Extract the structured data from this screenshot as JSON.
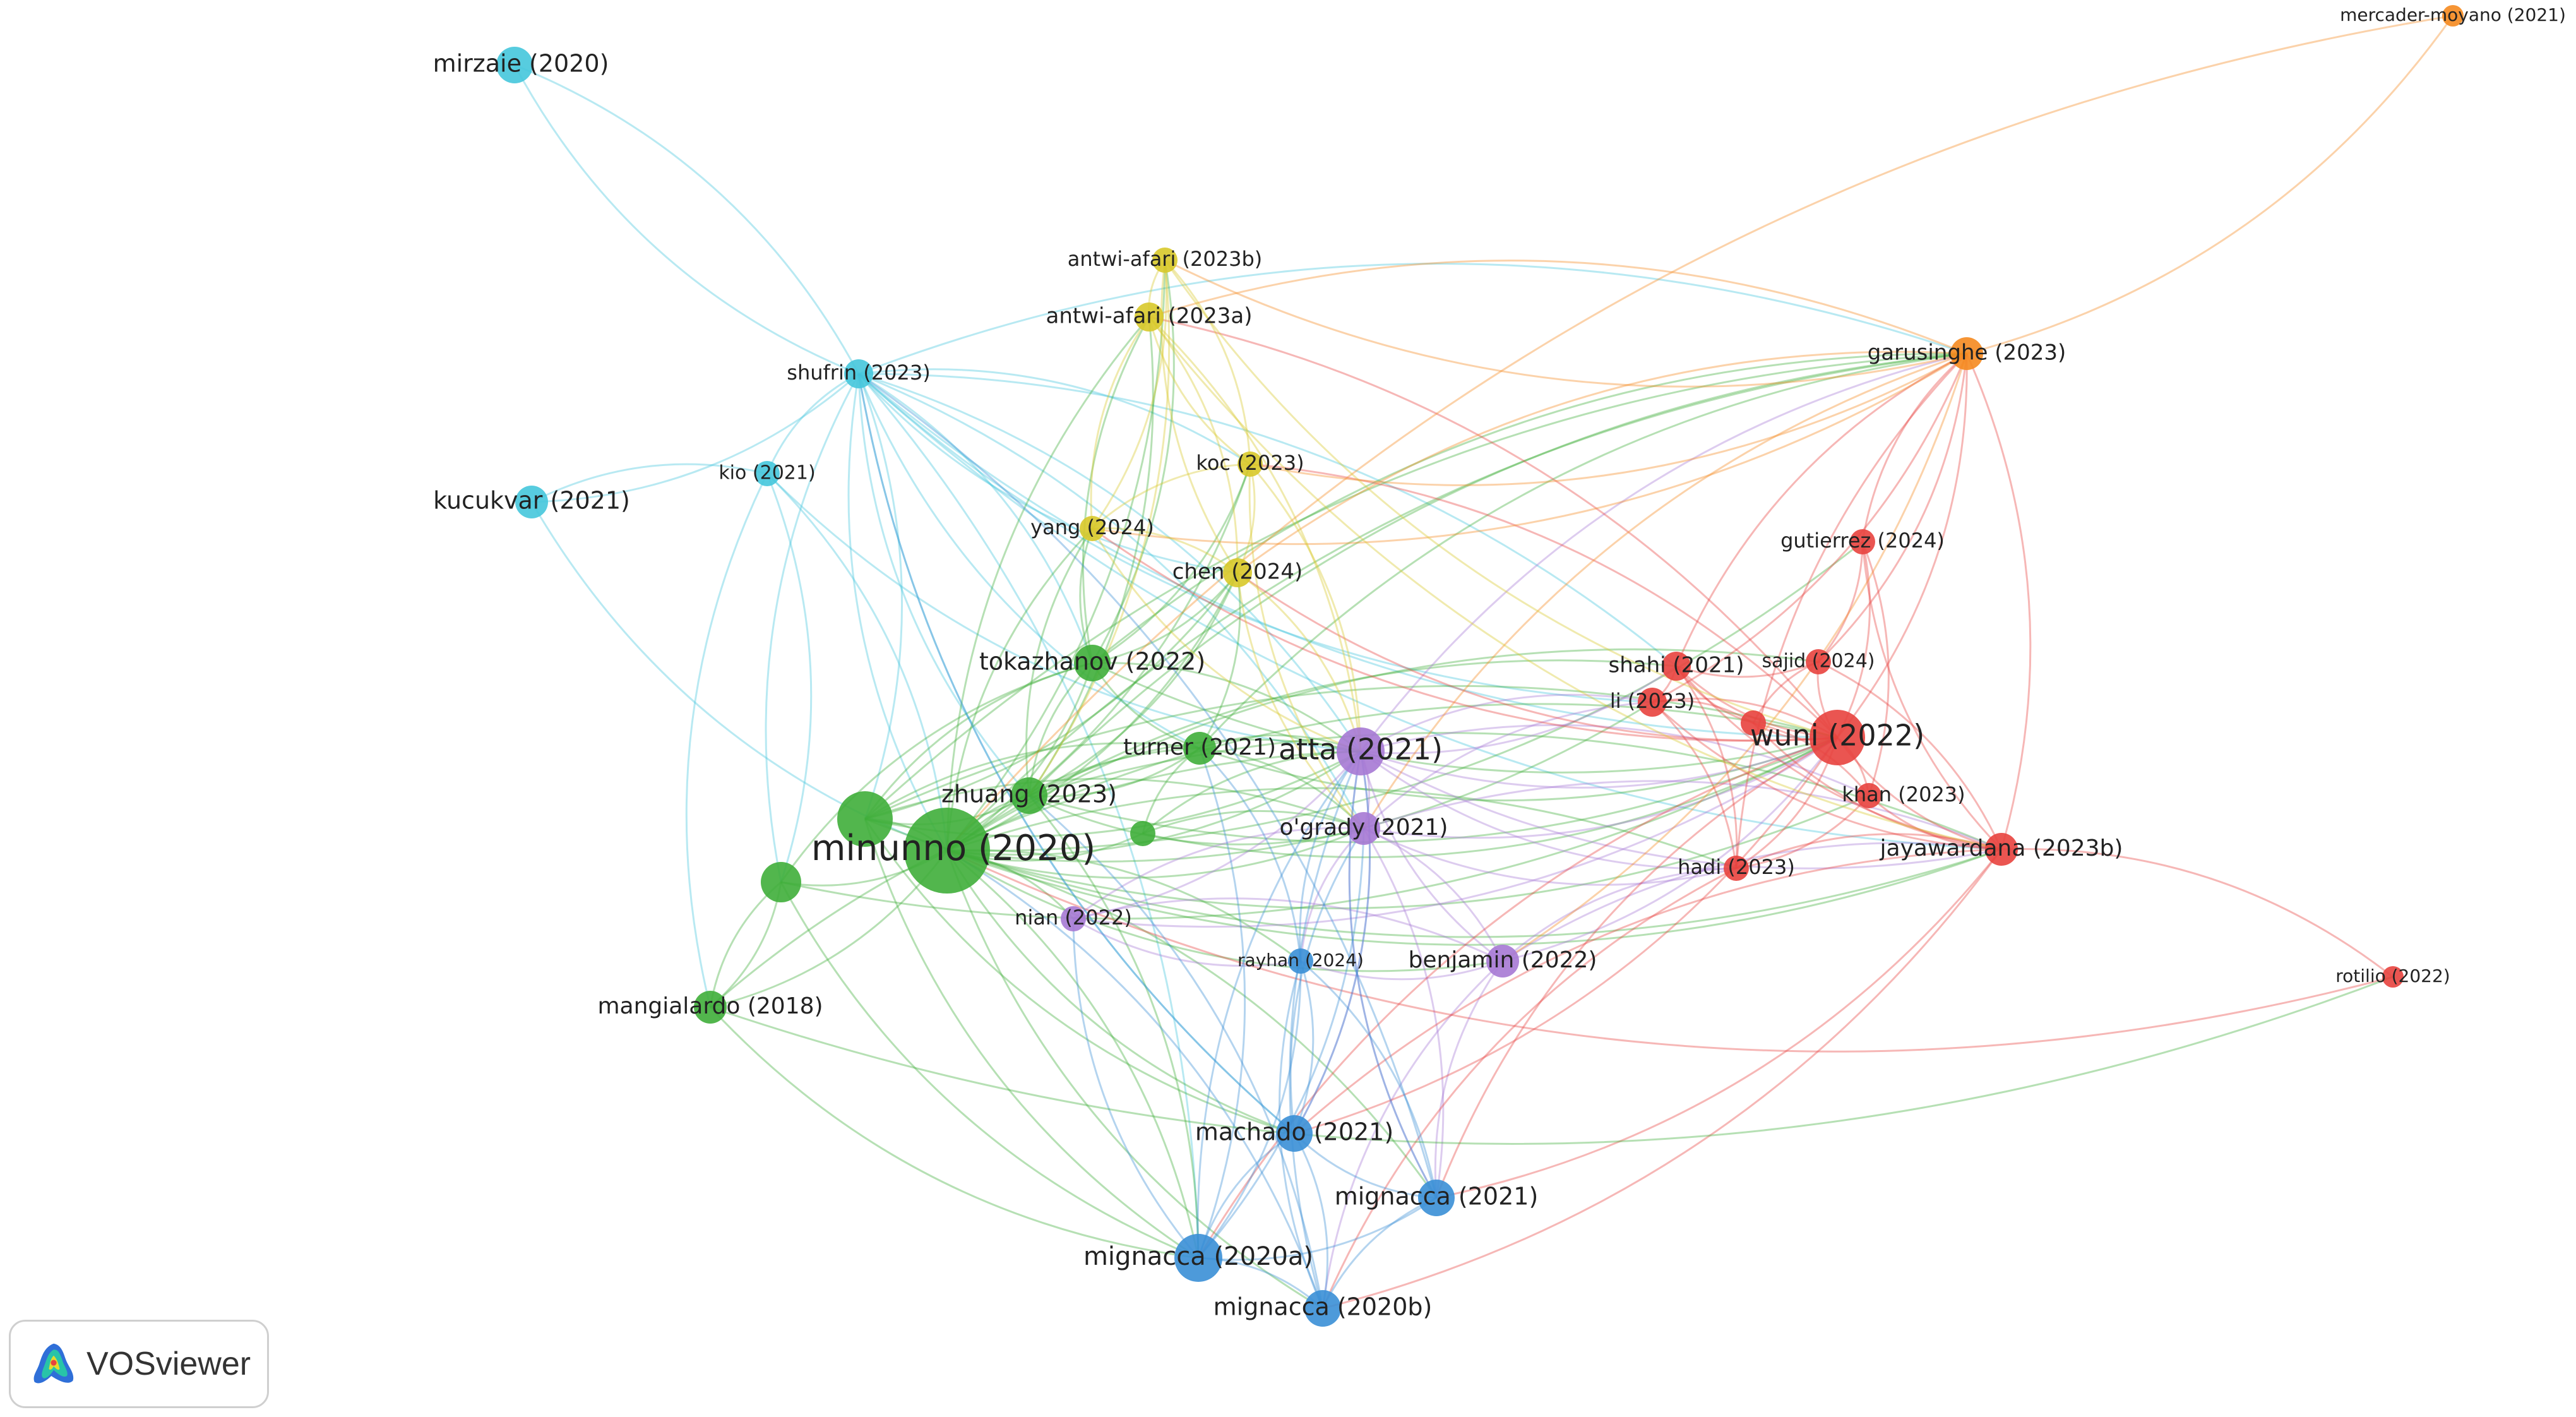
{
  "logo": {
    "text": "VOSviewer"
  },
  "clusters": {
    "red": "#e8423e",
    "green": "#3fae3a",
    "blue": "#3a8fd6",
    "yellow": "#d8c92a",
    "purple": "#a679d4",
    "cyan": "#45c6dc",
    "orange": "#f58a1f"
  },
  "nodes": [
    {
      "id": "minunno2020",
      "label": "minunno (2020)",
      "cluster": "green",
      "weight": 10
    },
    {
      "id": "g_big",
      "label": "",
      "cluster": "green",
      "weight": 6
    },
    {
      "id": "g_mid",
      "label": "",
      "cluster": "green",
      "weight": 4
    },
    {
      "id": "g_small",
      "label": "",
      "cluster": "green",
      "weight": 2
    },
    {
      "id": "zhuang2023",
      "label": "zhuang (2023)",
      "cluster": "green",
      "weight": 3.5
    },
    {
      "id": "tokazhanov2022",
      "label": "tokazhanov (2022)",
      "cluster": "green",
      "weight": 3.5
    },
    {
      "id": "turner2021",
      "label": "turner (2021)",
      "cluster": "green",
      "weight": 3
    },
    {
      "id": "mangialardo2018",
      "label": "mangialardo (2018)",
      "cluster": "green",
      "weight": 3
    },
    {
      "id": "wuni2022",
      "label": "wuni (2022)",
      "cluster": "red",
      "weight": 6
    },
    {
      "id": "shahi2021",
      "label": "shahi (2021)",
      "cluster": "red",
      "weight": 2.5
    },
    {
      "id": "li2023",
      "label": "li (2023)",
      "cluster": "red",
      "weight": 2.5
    },
    {
      "id": "sajid2024",
      "label": "sajid (2024)",
      "cluster": "red",
      "weight": 2
    },
    {
      "id": "gutierrez2024",
      "label": "gutierrez (2024)",
      "cluster": "red",
      "weight": 2
    },
    {
      "id": "khan2023",
      "label": "khan (2023)",
      "cluster": "red",
      "weight": 2
    },
    {
      "id": "jayawardana2023b",
      "label": "jayawardana (2023b)",
      "cluster": "red",
      "weight": 3
    },
    {
      "id": "hadi2023",
      "label": "hadi (2023)",
      "cluster": "red",
      "weight": 2
    },
    {
      "id": "rotilio2022",
      "label": "rotilio (2022)",
      "cluster": "red",
      "weight": 1.5
    },
    {
      "id": "r_small",
      "label": "",
      "cluster": "red",
      "weight": 2
    },
    {
      "id": "atta2021",
      "label": "atta (2021)",
      "cluster": "purple",
      "weight": 5
    },
    {
      "id": "ogrady2021",
      "label": "o'grady (2021)",
      "cluster": "purple",
      "weight": 3
    },
    {
      "id": "nian2022",
      "label": "nian (2022)",
      "cluster": "purple",
      "weight": 2
    },
    {
      "id": "benjamin2022",
      "label": "benjamin (2022)",
      "cluster": "purple",
      "weight": 3
    },
    {
      "id": "mignacca2020a",
      "label": "mignacca (2020a)",
      "cluster": "blue",
      "weight": 5
    },
    {
      "id": "mignacca2020b",
      "label": "mignacca (2020b)",
      "cluster": "blue",
      "weight": 3.5
    },
    {
      "id": "mignacca2021",
      "label": "mignacca (2021)",
      "cluster": "blue",
      "weight": 3.5
    },
    {
      "id": "machado2021",
      "label": "machado (2021)",
      "cluster": "blue",
      "weight": 3.5
    },
    {
      "id": "rayhan2024",
      "label": "rayhan (2024)",
      "cluster": "blue",
      "weight": 2
    },
    {
      "id": "antwiafari2023b",
      "label": "antwi-afari (2023b)",
      "cluster": "yellow",
      "weight": 2
    },
    {
      "id": "antwiafari2023a",
      "label": "antwi-afari (2023a)",
      "cluster": "yellow",
      "weight": 2.5
    },
    {
      "id": "koc2023",
      "label": "koc (2023)",
      "cluster": "yellow",
      "weight": 2
    },
    {
      "id": "yang2024",
      "label": "yang (2024)",
      "cluster": "yellow",
      "weight": 2
    },
    {
      "id": "chen2024",
      "label": "chen (2024)",
      "cluster": "yellow",
      "weight": 2.5
    },
    {
      "id": "mirzaie2020",
      "label": "mirzaie (2020)",
      "cluster": "cyan",
      "weight": 3.5
    },
    {
      "id": "shufrin2023",
      "label": "shufrin (2023)",
      "cluster": "cyan",
      "weight": 2.5
    },
    {
      "id": "kucukvar2021",
      "label": "kucukvar (2021)",
      "cluster": "cyan",
      "weight": 3
    },
    {
      "id": "kio2021",
      "label": "kio (2021)",
      "cluster": "cyan",
      "weight": 2
    },
    {
      "id": "garusinghe2023",
      "label": "garusinghe (2023)",
      "cluster": "orange",
      "weight": 3
    },
    {
      "id": "mercadermoyano2021",
      "label": "mercader-moyano (2021)",
      "cluster": "orange",
      "weight": 1.5
    }
  ],
  "links": [
    [
      "shufrin2023",
      "mirzaie2020"
    ],
    [
      "shufrin2023",
      "kio2021"
    ],
    [
      "shufrin2023",
      "kucukvar2021"
    ],
    [
      "shufrin2023",
      "minunno2020"
    ],
    [
      "shufrin2023",
      "g_big"
    ],
    [
      "shufrin2023",
      "zhuang2023"
    ],
    [
      "shufrin2023",
      "tokazhanov2022"
    ],
    [
      "shufrin2023",
      "turner2021"
    ],
    [
      "shufrin2023",
      "atta2021"
    ],
    [
      "shufrin2023",
      "wuni2022"
    ],
    [
      "shufrin2023",
      "garusinghe2023"
    ],
    [
      "shufrin2023",
      "chen2024"
    ],
    [
      "shufrin2023",
      "ogrady2021"
    ],
    [
      "shufrin2023",
      "machado2021"
    ],
    [
      "shufrin2023",
      "mignacca2020a"
    ],
    [
      "shufrin2023",
      "jayawardana2023b"
    ],
    [
      "shufrin2023",
      "koc2023"
    ],
    [
      "shufrin2023",
      "g_mid"
    ],
    [
      "shufrin2023",
      "shahi2021"
    ],
    [
      "shufrin2023",
      "li2023"
    ],
    [
      "kucukvar2021",
      "kio2021"
    ],
    [
      "kucukvar2021",
      "minunno2020"
    ],
    [
      "kio2021",
      "g_mid"
    ],
    [
      "kio2021",
      "mangialardo2018"
    ],
    [
      "kio2021",
      "minunno2020"
    ],
    [
      "kio2021",
      "atta2021"
    ],
    [
      "mirzaie2020",
      "shufrin2023"
    ],
    [
      "minunno2020",
      "g_big"
    ],
    [
      "minunno2020",
      "zhuang2023"
    ],
    [
      "minunno2020",
      "tokazhanov2022"
    ],
    [
      "minunno2020",
      "turner2021"
    ],
    [
      "minunno2020",
      "atta2021"
    ],
    [
      "minunno2020",
      "wuni2022"
    ],
    [
      "minunno2020",
      "ogrady2021"
    ],
    [
      "minunno2020",
      "nian2022"
    ],
    [
      "minunno2020",
      "benjamin2022"
    ],
    [
      "minunno2020",
      "mignacca2020a"
    ],
    [
      "minunno2020",
      "mignacca2020b"
    ],
    [
      "minunno2020",
      "mignacca2021"
    ],
    [
      "minunno2020",
      "machado2021"
    ],
    [
      "minunno2020",
      "rayhan2024"
    ],
    [
      "minunno2020",
      "antwiafari2023b"
    ],
    [
      "minunno2020",
      "antwiafari2023a"
    ],
    [
      "minunno2020",
      "koc2023"
    ],
    [
      "minunno2020",
      "yang2024"
    ],
    [
      "minunno2020",
      "chen2024"
    ],
    [
      "minunno2020",
      "garusinghe2023"
    ],
    [
      "minunno2020",
      "jayawardana2023b"
    ],
    [
      "minunno2020",
      "hadi2023"
    ],
    [
      "minunno2020",
      "khan2023"
    ],
    [
      "minunno2020",
      "shahi2021"
    ],
    [
      "minunno2020",
      "li2023"
    ],
    [
      "minunno2020",
      "sajid2024"
    ],
    [
      "minunno2020",
      "gutierrez2024"
    ],
    [
      "minunno2020",
      "g_mid"
    ],
    [
      "minunno2020",
      "g_small"
    ],
    [
      "minunno2020",
      "mangialardo2018"
    ],
    [
      "g_big",
      "zhuang2023"
    ],
    [
      "g_big",
      "tokazhanov2022"
    ],
    [
      "g_big",
      "atta2021"
    ],
    [
      "g_big",
      "wuni2022"
    ],
    [
      "g_big",
      "mignacca2020a"
    ],
    [
      "g_big",
      "garusinghe2023"
    ],
    [
      "g_big",
      "chen2024"
    ],
    [
      "g_big",
      "turner2021"
    ],
    [
      "g_big",
      "jayawardana2023b"
    ],
    [
      "g_big",
      "ogrady2021"
    ],
    [
      "g_big",
      "machado2021"
    ],
    [
      "g_mid",
      "mangialardo2018"
    ],
    [
      "g_mid",
      "mignacca2020a"
    ],
    [
      "g_mid",
      "tokazhanov2022"
    ],
    [
      "g_mid",
      "wuni2022"
    ],
    [
      "zhuang2023",
      "tokazhanov2022"
    ],
    [
      "zhuang2023",
      "turner2021"
    ],
    [
      "zhuang2023",
      "atta2021"
    ],
    [
      "zhuang2023",
      "wuni2022"
    ],
    [
      "zhuang2023",
      "garusinghe2023"
    ],
    [
      "zhuang2023",
      "chen2024"
    ],
    [
      "zhuang2023",
      "yang2024"
    ],
    [
      "zhuang2023",
      "antwiafari2023a"
    ],
    [
      "zhuang2023",
      "mignacca2020a"
    ],
    [
      "zhuang2023",
      "ogrady2021"
    ],
    [
      "zhuang2023",
      "jayawardana2023b"
    ],
    [
      "tokazhanov2022",
      "turner2021"
    ],
    [
      "tokazhanov2022",
      "atta2021"
    ],
    [
      "tokazhanov2022",
      "wuni2022"
    ],
    [
      "tokazhanov2022",
      "garusinghe2023"
    ],
    [
      "tokazhanov2022",
      "chen2024"
    ],
    [
      "tokazhanov2022",
      "yang2024"
    ],
    [
      "tokazhanov2022",
      "koc2023"
    ],
    [
      "tokazhanov2022",
      "antwiafari2023a"
    ],
    [
      "tokazhanov2022",
      "antwiafari2023b"
    ],
    [
      "turner2021",
      "atta2021"
    ],
    [
      "turner2021",
      "wuni2022"
    ],
    [
      "turner2021",
      "ogrady2021"
    ],
    [
      "turner2021",
      "chen2024"
    ],
    [
      "turner2021",
      "garusinghe2023"
    ],
    [
      "turner2021",
      "g_small"
    ],
    [
      "g_small",
      "atta2021"
    ],
    [
      "g_small",
      "wuni2022"
    ],
    [
      "g_small",
      "ogrady2021"
    ],
    [
      "atta2021",
      "wuni2022"
    ],
    [
      "atta2021",
      "ogrady2021"
    ],
    [
      "atta2021",
      "benjamin2022"
    ],
    [
      "atta2021",
      "nian2022"
    ],
    [
      "atta2021",
      "shahi2021"
    ],
    [
      "atta2021",
      "li2023"
    ],
    [
      "atta2021",
      "jayawardana2023b"
    ],
    [
      "atta2021",
      "garusinghe2023"
    ],
    [
      "atta2021",
      "hadi2023"
    ],
    [
      "atta2021",
      "khan2023"
    ],
    [
      "atta2021",
      "mignacca2021"
    ],
    [
      "atta2021",
      "machado2021"
    ],
    [
      "ogrady2021",
      "wuni2022"
    ],
    [
      "ogrady2021",
      "benjamin2022"
    ],
    [
      "ogrady2021",
      "nian2022"
    ],
    [
      "ogrady2021",
      "jayawardana2023b"
    ],
    [
      "ogrady2021",
      "rayhan2024"
    ],
    [
      "ogrady2021",
      "mignacca2021"
    ],
    [
      "ogrady2021",
      "hadi2023"
    ],
    [
      "ogrady2021",
      "li2023"
    ],
    [
      "benjamin2022",
      "wuni2022"
    ],
    [
      "benjamin2022",
      "jayawardana2023b"
    ],
    [
      "benjamin2022",
      "mignacca2021"
    ],
    [
      "benjamin2022",
      "rayhan2024"
    ],
    [
      "benjamin2022",
      "mignacca2020b"
    ],
    [
      "benjamin2022",
      "hadi2023"
    ],
    [
      "nian2022",
      "rayhan2024"
    ],
    [
      "nian2022",
      "benjamin2022"
    ],
    [
      "nian2022",
      "wuni2022"
    ],
    [
      "wuni2022",
      "shahi2021"
    ],
    [
      "wuni2022",
      "li2023"
    ],
    [
      "wuni2022",
      "sajid2024"
    ],
    [
      "wuni2022",
      "gutierrez2024"
    ],
    [
      "wuni2022",
      "khan2023"
    ],
    [
      "wuni2022",
      "jayawardana2023b"
    ],
    [
      "wuni2022",
      "hadi2023"
    ],
    [
      "wuni2022",
      "garusinghe2023"
    ],
    [
      "wuni2022",
      "r_small"
    ],
    [
      "wuni2022",
      "mignacca2021"
    ],
    [
      "wuni2022",
      "machado2021"
    ],
    [
      "wuni2022",
      "mignacca2020a"
    ],
    [
      "wuni2022",
      "chen2024"
    ],
    [
      "wuni2022",
      "koc2023"
    ],
    [
      "wuni2022",
      "yang2024"
    ],
    [
      "wuni2022",
      "antwiafari2023a"
    ],
    [
      "shahi2021",
      "li2023"
    ],
    [
      "shahi2021",
      "sajid2024"
    ],
    [
      "shahi2021",
      "garusinghe2023"
    ],
    [
      "shahi2021",
      "jayawardana2023b"
    ],
    [
      "shahi2021",
      "hadi2023"
    ],
    [
      "shahi2021",
      "r_small"
    ],
    [
      "li2023",
      "r_small"
    ],
    [
      "li2023",
      "jayawardana2023b"
    ],
    [
      "li2023",
      "hadi2023"
    ],
    [
      "li2023",
      "garusinghe2023"
    ],
    [
      "r_small",
      "sajid2024"
    ],
    [
      "r_small",
      "jayawardana2023b"
    ],
    [
      "r_small",
      "khan2023"
    ],
    [
      "sajid2024",
      "gutierrez2024"
    ],
    [
      "sajid2024",
      "jayawardana2023b"
    ],
    [
      "sajid2024",
      "garusinghe2023"
    ],
    [
      "gutierrez2024",
      "garusinghe2023"
    ],
    [
      "gutierrez2024",
      "jayawardana2023b"
    ],
    [
      "gutierrez2024",
      "khan2023"
    ],
    [
      "khan2023",
      "jayawardana2023b"
    ],
    [
      "khan2023",
      "hadi2023"
    ],
    [
      "jayawardana2023b",
      "garusinghe2023"
    ],
    [
      "jayawardana2023b",
      "rotilio2022"
    ],
    [
      "jayawardana2023b",
      "hadi2023"
    ],
    [
      "jayawardana2023b",
      "mignacca2021"
    ],
    [
      "jayawardana2023b",
      "machado2021"
    ],
    [
      "jayawardana2023b",
      "mignacca2020b"
    ],
    [
      "hadi2023",
      "mignacca2020b"
    ],
    [
      "hadi2023",
      "garusinghe2023"
    ],
    [
      "garusinghe2023",
      "mercadermoyano2021"
    ],
    [
      "garusinghe2023",
      "antwiafari2023b"
    ],
    [
      "garusinghe2023",
      "antwiafari2023a"
    ],
    [
      "garusinghe2023",
      "koc2023"
    ],
    [
      "garusinghe2023",
      "chen2024"
    ],
    [
      "garusinghe2023",
      "yang2024"
    ],
    [
      "garusinghe2023",
      "ogrady2021"
    ],
    [
      "garusinghe2023",
      "benjamin2022"
    ],
    [
      "mercadermoyano2021",
      "minunno2020"
    ],
    [
      "rotilio2022",
      "minunno2020"
    ],
    [
      "antwiafari2023b",
      "antwiafari2023a"
    ],
    [
      "antwiafari2023b",
      "koc2023"
    ],
    [
      "antwiafari2023b",
      "chen2024"
    ],
    [
      "antwiafari2023b",
      "yang2024"
    ],
    [
      "antwiafari2023b",
      "wuni2022"
    ],
    [
      "antwiafari2023b",
      "zhuang2023"
    ],
    [
      "antwiafari2023a",
      "koc2023"
    ],
    [
      "antwiafari2023a",
      "chen2024"
    ],
    [
      "antwiafari2023a",
      "yang2024"
    ],
    [
      "antwiafari2023a",
      "atta2021"
    ],
    [
      "antwiafari2023a",
      "jayawardana2023b"
    ],
    [
      "koc2023",
      "chen2024"
    ],
    [
      "koc2023",
      "yang2024"
    ],
    [
      "koc2023",
      "atta2021"
    ],
    [
      "koc2023",
      "ogrady2021"
    ],
    [
      "yang2024",
      "chen2024"
    ],
    [
      "yang2024",
      "atta2021"
    ],
    [
      "chen2024",
      "atta2021"
    ],
    [
      "chen2024",
      "ogrady2021"
    ],
    [
      "mignacca2020a",
      "mignacca2020b"
    ],
    [
      "mignacca2020a",
      "mignacca2021"
    ],
    [
      "mignacca2020a",
      "machado2021"
    ],
    [
      "mignacca2020a",
      "rayhan2024"
    ],
    [
      "mignacca2020a",
      "atta2021"
    ],
    [
      "mignacca2020a",
      "ogrady2021"
    ],
    [
      "mignacca2020a",
      "nian2022"
    ],
    [
      "mignacca2020a",
      "turner2021"
    ],
    [
      "mignacca2020b",
      "mignacca2021"
    ],
    [
      "mignacca2020b",
      "machado2021"
    ],
    [
      "mignacca2020b",
      "rayhan2024"
    ],
    [
      "mignacca2020b",
      "minunno2020"
    ],
    [
      "mignacca2020b",
      "atta2021"
    ],
    [
      "mignacca2020b",
      "zhuang2023"
    ],
    [
      "mignacca2021",
      "machado2021"
    ],
    [
      "mignacca2021",
      "rayhan2024"
    ],
    [
      "mignacca2021",
      "atta2021"
    ],
    [
      "machado2021",
      "rayhan2024"
    ],
    [
      "machado2021",
      "ogrady2021"
    ],
    [
      "machado2021",
      "atta2021"
    ],
    [
      "machado2021",
      "shufrin2023"
    ],
    [
      "mignacca2021",
      "shufrin2023"
    ],
    [
      "rayhan2024",
      "atta2021"
    ],
    [
      "rayhan2024",
      "turner2021"
    ],
    [
      "mangialardo2018",
      "g_mid"
    ],
    [
      "mangialardo2018",
      "mignacca2020a"
    ],
    [
      "mangialardo2018",
      "atta2021"
    ],
    [
      "mangialardo2018",
      "rotilio2022"
    ]
  ]
}
